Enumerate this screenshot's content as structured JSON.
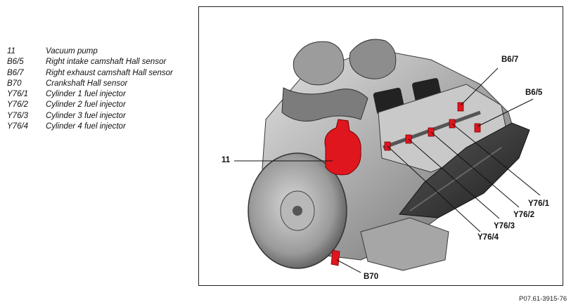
{
  "legend": [
    {
      "code": "11",
      "desc": "Vacuum pump"
    },
    {
      "code": "B6/5",
      "desc": "Right intake camshaft Hall sensor"
    },
    {
      "code": "B6/7",
      "desc": "Right exhaust camshaft Hall sensor"
    },
    {
      "code": "B70",
      "desc": "Crankshaft Hall sensor"
    },
    {
      "code": "Y76/1",
      "desc": "Cylinder 1 fuel injector"
    },
    {
      "code": "Y76/2",
      "desc": "Cylinder 2 fuel injector"
    },
    {
      "code": "Y76/3",
      "desc": "Cylinder 3 fuel injector"
    },
    {
      "code": "Y76/4",
      "desc": "Cylinder 4 fuel injector"
    }
  ],
  "callouts": {
    "c11": "11",
    "b6_7": "B6/7",
    "b6_5": "B6/5",
    "y76_1": "Y76/1",
    "y76_2": "Y76/2",
    "y76_3": "Y76/3",
    "y76_4": "Y76/4",
    "b70": "B70"
  },
  "reference": "P07.61-3915-76",
  "colors": {
    "highlight": "#e0161f",
    "engine_light": "#b9b9b9",
    "engine_dark": "#3a3a3a"
  }
}
